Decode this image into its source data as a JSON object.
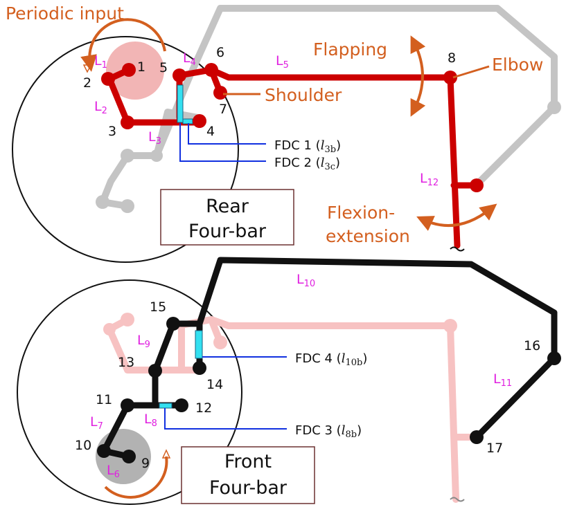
{
  "titles": {
    "periodic_input": "Periodic input",
    "flapping": "Flapping",
    "elbow": "Elbow",
    "shoulder": "Shoulder",
    "flexion_line1": "Flexion-",
    "flexion_line2": "extension"
  },
  "boxes": {
    "rear_line1": "Rear",
    "rear_line2": "Four-bar",
    "front_line1": "Front",
    "front_line2": "Four-bar"
  },
  "fdc": {
    "fdc1": {
      "prefix": "FDC 1 (",
      "var": "l",
      "sub": "3b",
      "suffix": ")"
    },
    "fdc2": {
      "prefix": "FDC 2 (",
      "var": "l",
      "sub": "3c",
      "suffix": ")"
    },
    "fdc3": {
      "prefix": "FDC 3 (",
      "var": "l",
      "sub": "8b",
      "suffix": ")"
    },
    "fdc4": {
      "prefix": "FDC 4 (",
      "var": "l",
      "sub": "10b",
      "suffix": ")"
    }
  },
  "links": {
    "L1": {
      "letter": "L",
      "sub": "1"
    },
    "L2": {
      "letter": "L",
      "sub": "2"
    },
    "L3": {
      "letter": "L",
      "sub": "3"
    },
    "L4": {
      "letter": "L",
      "sub": "4"
    },
    "L5": {
      "letter": "L",
      "sub": "5"
    },
    "L6": {
      "letter": "L",
      "sub": "6"
    },
    "L7": {
      "letter": "L",
      "sub": "7"
    },
    "L8": {
      "letter": "L",
      "sub": "8"
    },
    "L9": {
      "letter": "L",
      "sub": "9"
    },
    "L10": {
      "letter": "L",
      "sub": "10"
    },
    "L11": {
      "letter": "L",
      "sub": "11"
    },
    "L12": {
      "letter": "L",
      "sub": "12"
    }
  },
  "joints": {
    "j1": "1",
    "j2": "2",
    "j3": "3",
    "j4": "4",
    "j5": "5",
    "j6": "6",
    "j7": "7",
    "j8": "8",
    "j9": "9",
    "j10": "10",
    "j11": "11",
    "j12": "12",
    "j13": "13",
    "j14": "14",
    "j15": "15",
    "j16": "16",
    "j17": "17"
  },
  "colors": {
    "rear_linkage": "#cc0000",
    "front_linkage": "#111111",
    "ghost_rear": "#c4c4c4",
    "ghost_front": "#f7c2c2",
    "fdc_marker": "#33e0f0",
    "fdc_leader": "#1030e0",
    "annotation": "#d35f1f",
    "link_label": "#e020e0",
    "input_disc_rear": "#ee9c9c",
    "input_disc_front": "#aaaaaa"
  }
}
